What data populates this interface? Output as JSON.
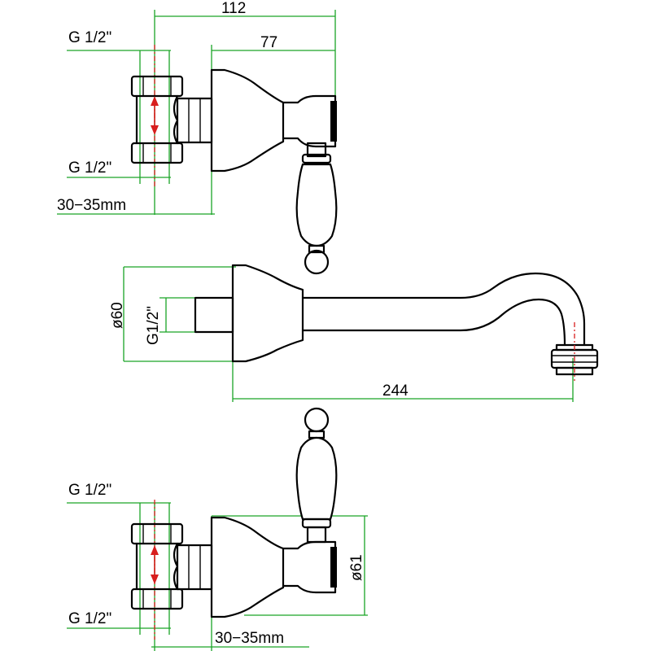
{
  "colors": {
    "outline": "#000000",
    "dimension_lines": "#1aa526",
    "center_lines": "#d81e1e",
    "background": "#ffffff"
  },
  "top_view": {
    "overall_width": "112",
    "body_to_handle": "77",
    "thread_upper": "G 1/2\"",
    "thread_lower": "G 1/2\"",
    "offset": "30−35mm"
  },
  "middle_view": {
    "flange_diameter": "ø60",
    "thread": "G1/2\"",
    "spout_reach": "244"
  },
  "bottom_view": {
    "thread_upper": "G 1/2\"",
    "thread_lower": "G 1/2\"",
    "flange_diameter": "ø61",
    "offset": "30−35mm"
  }
}
